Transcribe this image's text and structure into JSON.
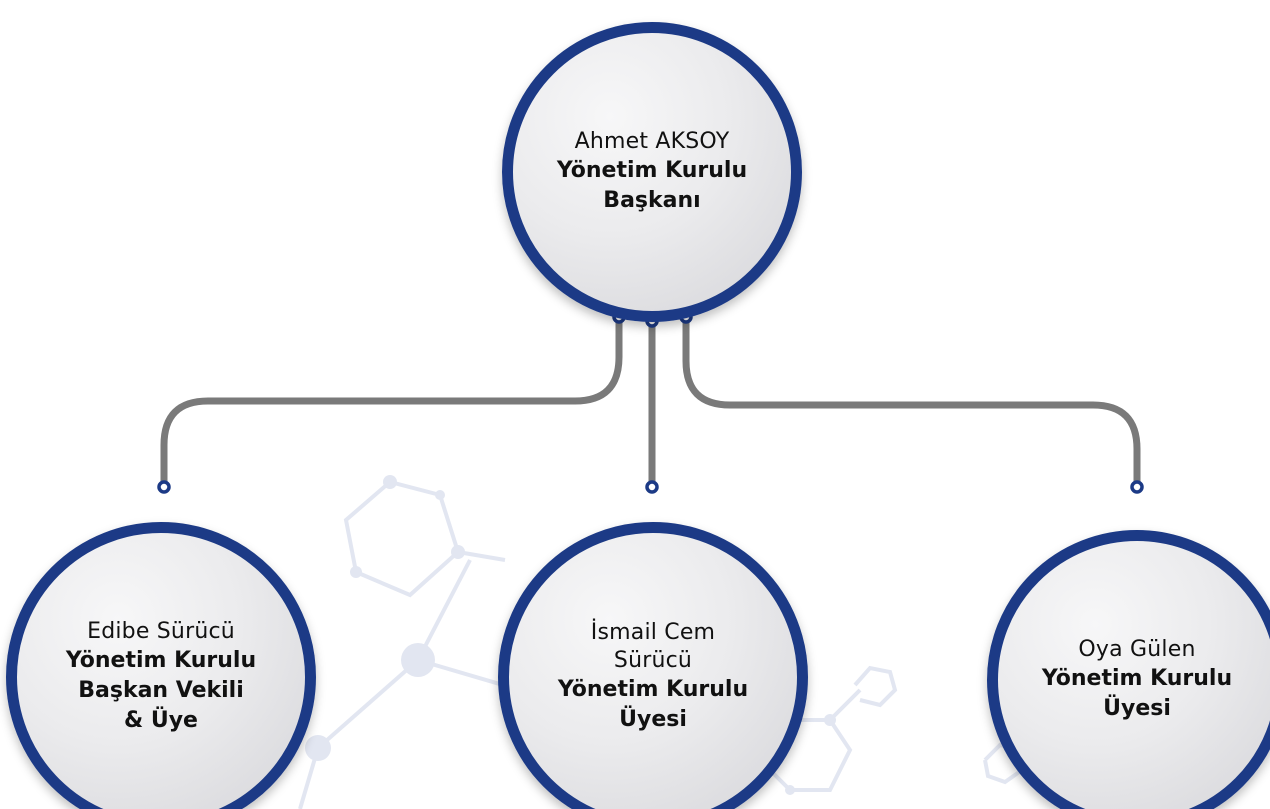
{
  "org_chart": {
    "root": {
      "name": "Ahmet AKSOY",
      "role": "Yönetim Kurulu\nBaşkanı"
    },
    "members": [
      {
        "name": "Edibe Sürücü",
        "role": "Yönetim Kurulu\nBaşkan Vekili\n& Üye"
      },
      {
        "name": "İsmail Cem\nSürücü",
        "role": "Yönetim Kurulu\nÜyesi"
      },
      {
        "name": "Oya Gülen",
        "role": "Yönetim Kurulu\nÜyesi"
      }
    ]
  },
  "colors": {
    "node_border": "#1c3a86",
    "connector": "#7a7a7a",
    "connector_endpoint": "#1c3a86",
    "background_molecule": "#e2e6f1"
  }
}
